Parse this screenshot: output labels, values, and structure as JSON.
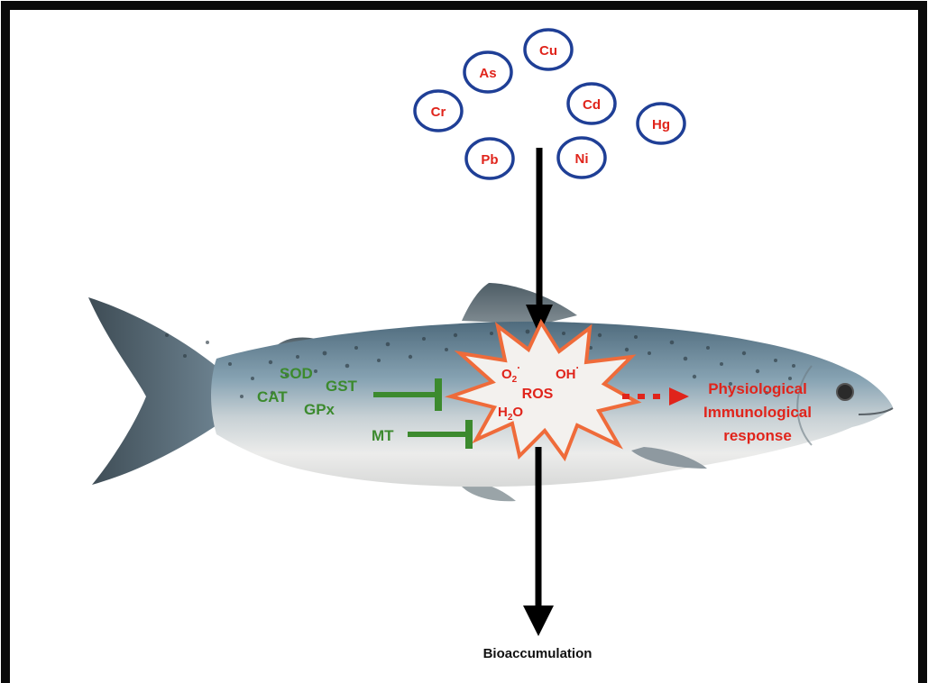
{
  "metals": [
    "Cu",
    "As",
    "Cd",
    "Cr",
    "Hg",
    "Pb",
    "Ni"
  ],
  "ros": {
    "center_label": "ROS",
    "superoxide_base": "O",
    "superoxide_sub": "2",
    "superoxide_sup": "·",
    "hydroxyl_base": "OH",
    "hydroxyl_sup": "·",
    "peroxide_base": "H",
    "peroxide_sub": "2",
    "peroxide_tail": "O"
  },
  "antioxidants": {
    "sod": "SOD",
    "gst": "GST",
    "cat": "CAT",
    "gpx": "GPx",
    "mt": "MT"
  },
  "response": {
    "line1": "Physiological",
    "line2": "Immunological",
    "line3": "response"
  },
  "bottom_label": "Bioaccumulation",
  "colors": {
    "metal_text": "#e0241b",
    "metal_ring": "#1f3f96",
    "inhibitor": "#3c8a2e",
    "response": "#e0241b",
    "burst_stroke": "#ef6b3a",
    "burst_fill": "#f3f1ee",
    "arrow": "#000000"
  }
}
